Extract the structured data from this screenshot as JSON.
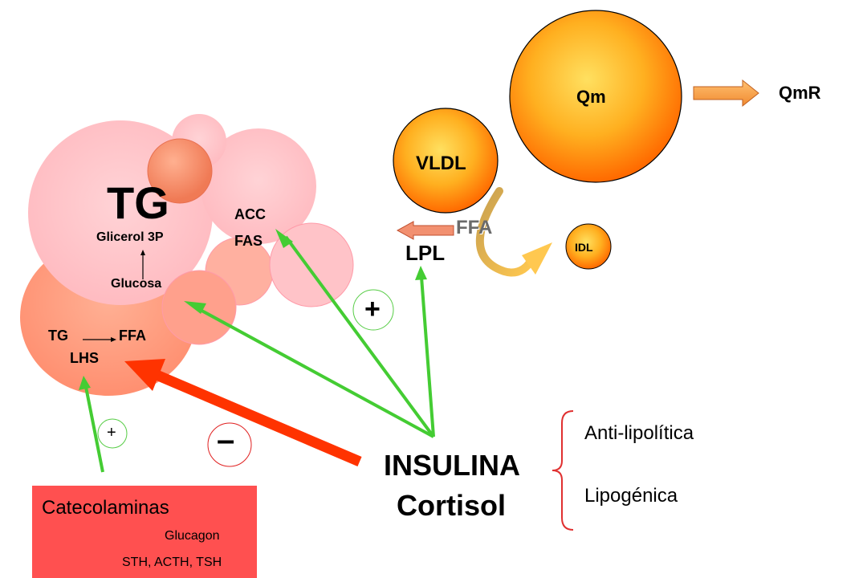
{
  "adipocyte": {
    "tg_big": "TG",
    "glicerol": "Glicerol 3P",
    "glucosa": "Glucosa",
    "acc": "ACC",
    "fas": "FAS",
    "tg_small": "TG",
    "ffa": "FFA",
    "lhs": "LHS"
  },
  "lipoproteins": {
    "qm": "Qm",
    "qmr": "QmR",
    "vldl": "VLDL",
    "ffa": "FFA",
    "lpl": "LPL",
    "idl": "IDL"
  },
  "signs": {
    "plus_large": "+",
    "plus_small": "+",
    "minus": "–"
  },
  "hormones": {
    "insulina": "INSULINA",
    "cortisol": "Cortisol",
    "catecolaminas": "Catecolaminas",
    "glucagon": "Glucagon",
    "sth": "STH,  ACTH, TSH"
  },
  "effects": {
    "anti": "Anti-lipolítica",
    "lipo": "Lipogénica"
  },
  "colors": {
    "cell_pink": "#ffc6cc",
    "cell_salmon": "#ff9a7e",
    "lipoprotein_orange": "#ff8000",
    "green_arrow": "#44cc33",
    "red_arrow": "#ff3300",
    "catecholamine_box": "#ff5050",
    "brace": "#e03030"
  }
}
